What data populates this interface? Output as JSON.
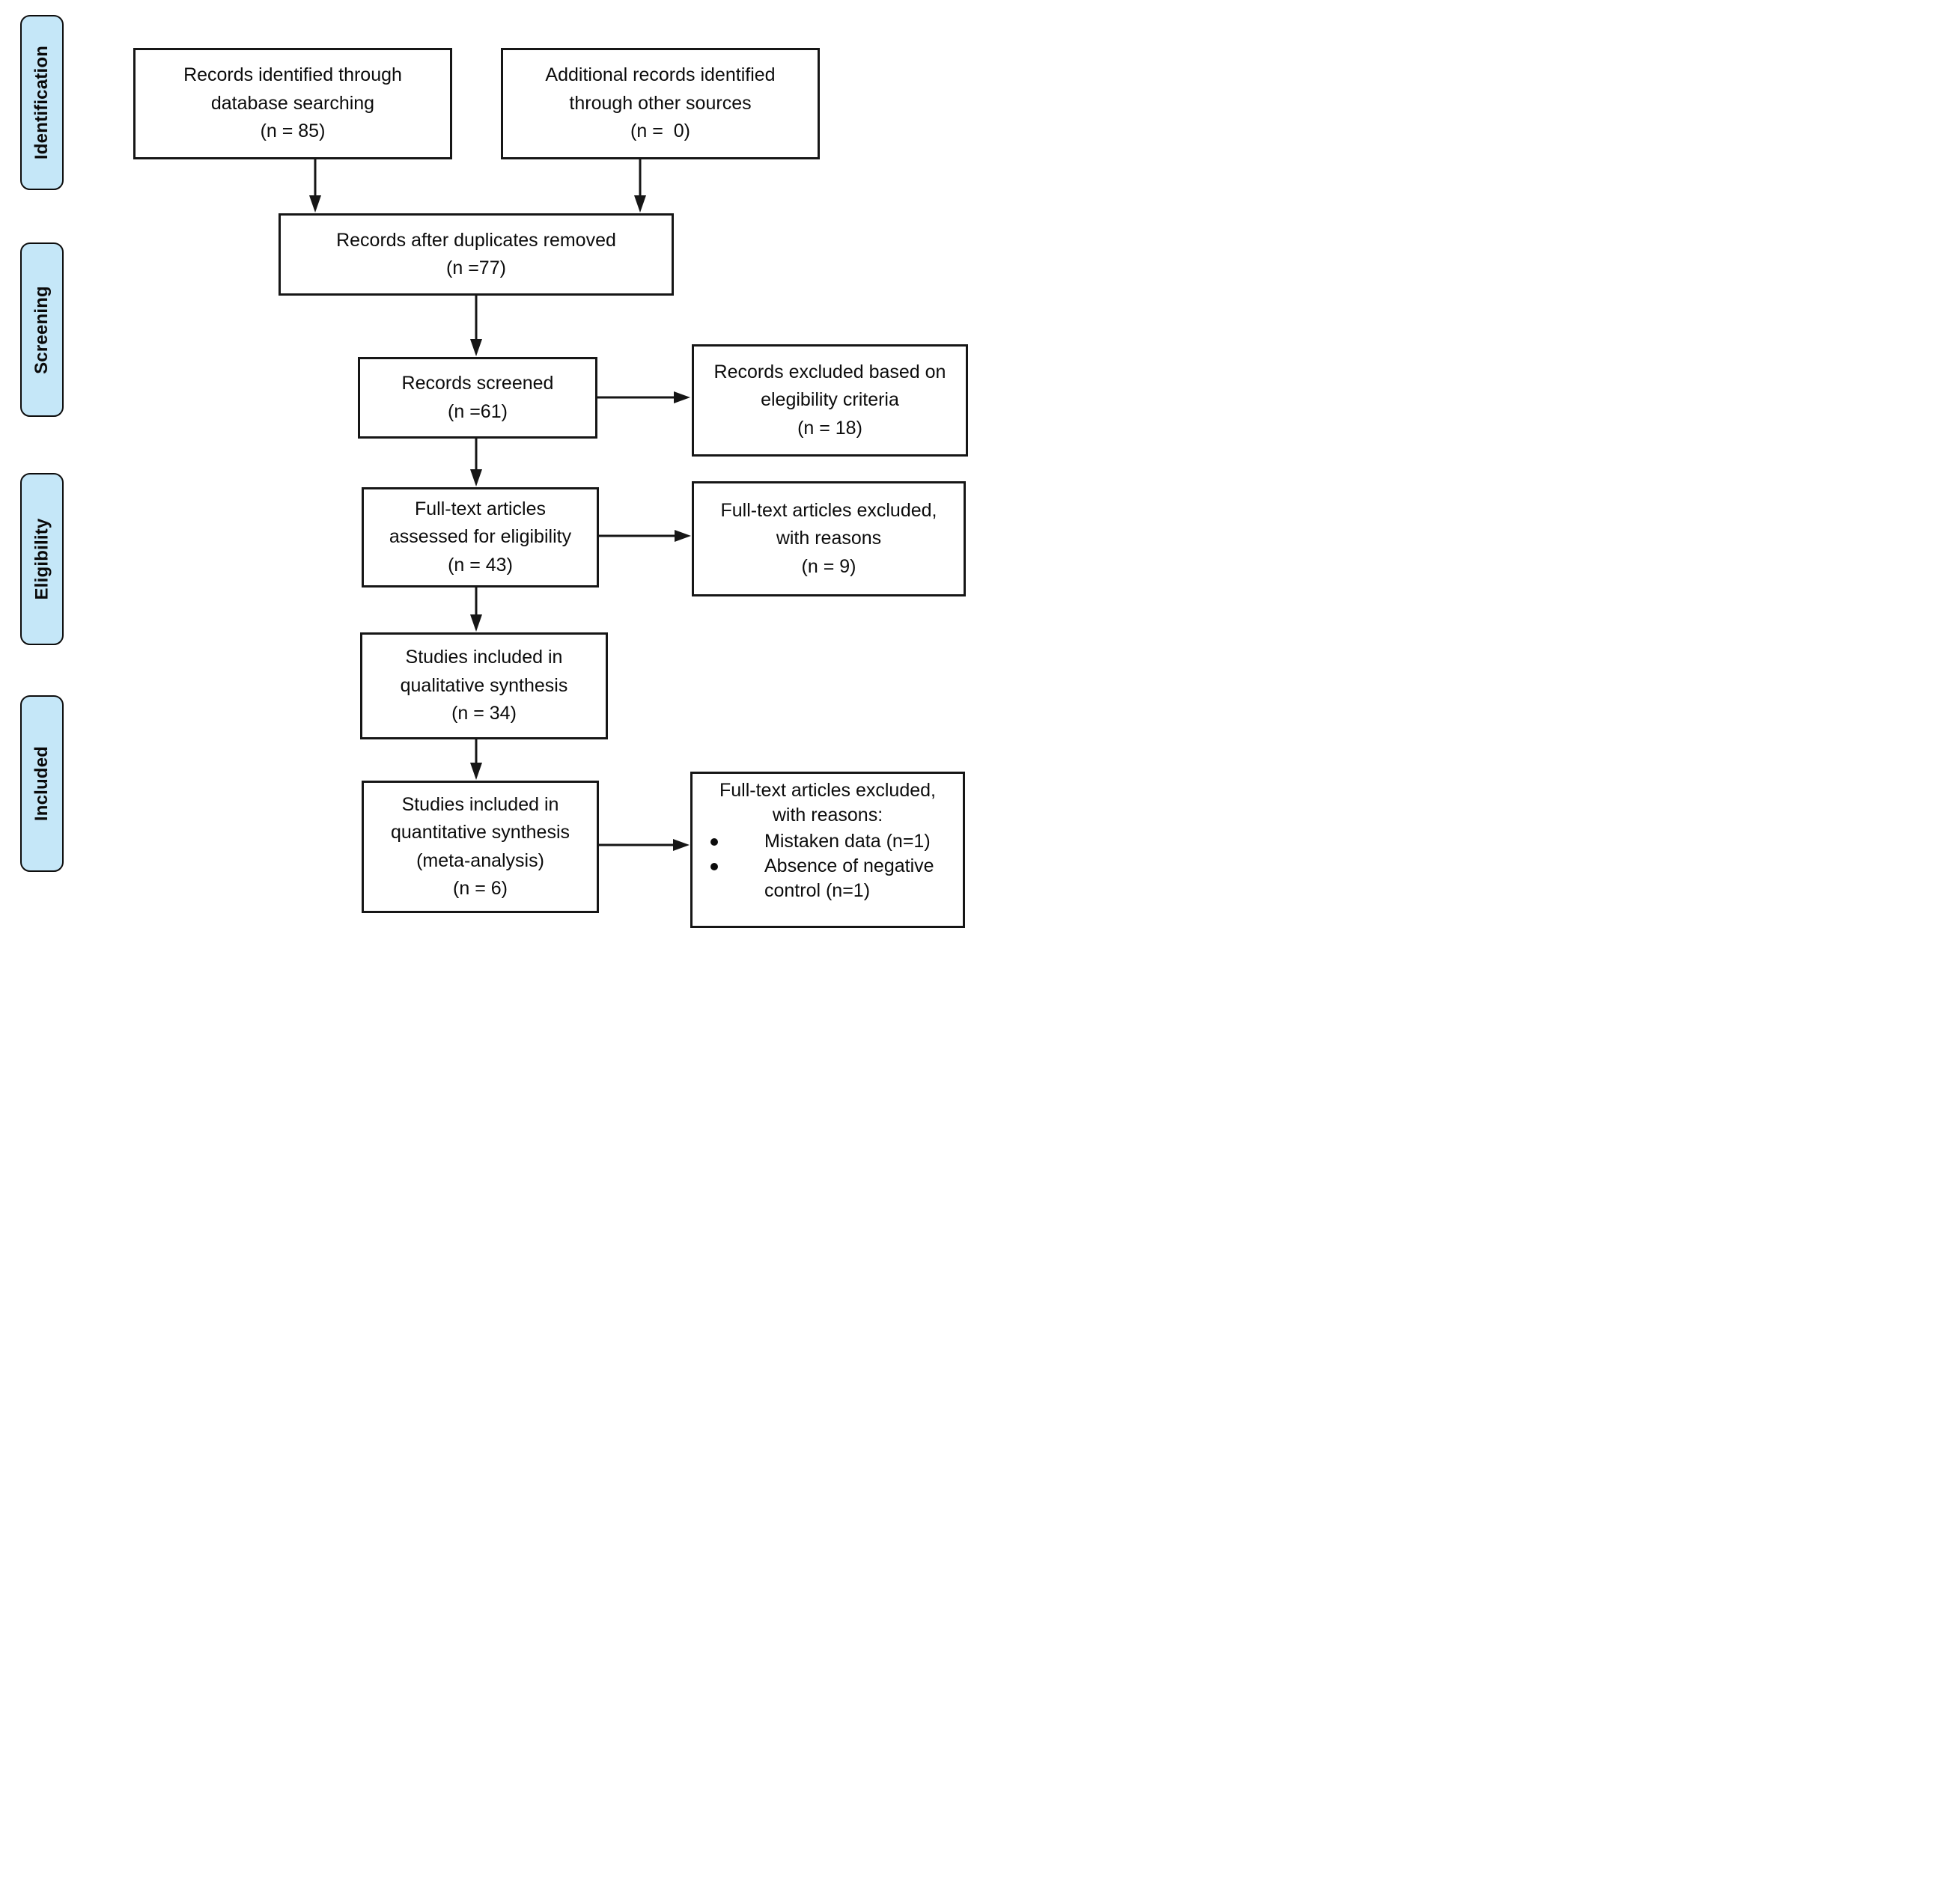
{
  "colors": {
    "sidebar_fill": "#c5e7f8",
    "line": "#161616"
  },
  "sidebar": {
    "stages": [
      {
        "label": "Identification"
      },
      {
        "label": "Screening"
      },
      {
        "label": "Eligibility"
      },
      {
        "label": "Included"
      }
    ]
  },
  "boxes": {
    "records_identified": {
      "text": "Records identified through\ndatabase searching\n(n = 85)"
    },
    "additional_records": {
      "text": "Additional records identified\nthrough other sources\n(n =  0)"
    },
    "after_duplicates": {
      "text": "Records after duplicates removed\n(n =77)"
    },
    "records_screened": {
      "text": "Records screened\n(n =61)"
    },
    "records_excluded": {
      "text": "Records excluded based on\nelegibility criteria\n(n = 18)"
    },
    "fulltext_assessed": {
      "text": "Full-text articles\nassessed for eligibility\n(n = 43)"
    },
    "fulltext_excluded": {
      "text": "Full-text articles excluded,\nwith reasons\n(n = 9)"
    },
    "qualitative_synthesis": {
      "text": "Studies included in\nqualitative synthesis\n(n = 34)"
    },
    "quantitative_synthesis": {
      "text": "Studies included in\nquantitative synthesis\n(meta-analysis)\n(n = 6)"
    },
    "excluded_meta": {
      "heading": "Full-text articles excluded,\nwith reasons:",
      "bullets": [
        "Mistaken data (n=1)",
        "Absence of negative control (n=1)"
      ]
    }
  }
}
